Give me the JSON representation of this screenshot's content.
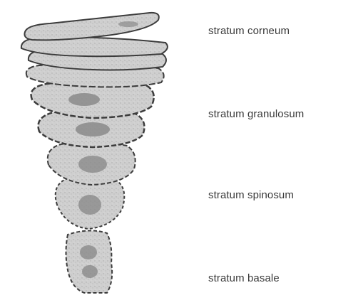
{
  "labels": {
    "corneum": "stratum corneum",
    "granulosum": "stratum granulosum",
    "spinosum": "stratum spinosum",
    "basale": "stratum basale"
  },
  "colors": {
    "cell_fill": "#cdcdcd",
    "cell_outline": "#3c3c3c",
    "nucleus": "#8a8a8a",
    "text": "#3a3a3a"
  }
}
